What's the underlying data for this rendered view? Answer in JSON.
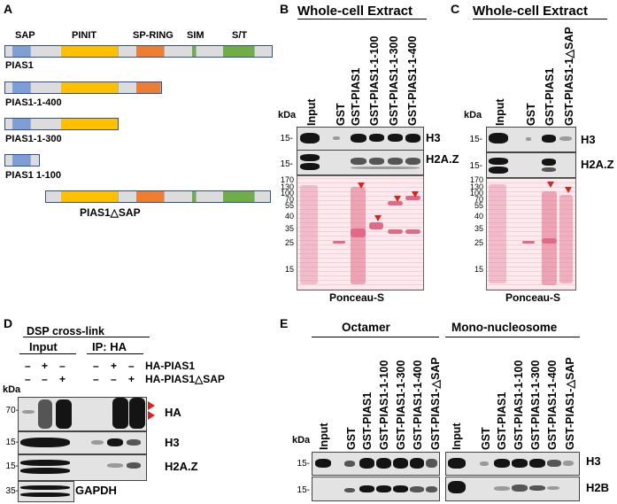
{
  "panels": {
    "a": "A",
    "b": "B",
    "c": "C",
    "d": "D",
    "e": "E"
  },
  "colors": {
    "sap": "#7f9ed6",
    "pinit": "#ffc000",
    "spring": "#ed7d31",
    "sim": "#70ad47",
    "st": "#70ad47",
    "grey": "#dcdcdc",
    "red_arrow": "#e0201a",
    "ponceau": "#e16a86"
  },
  "panel_a": {
    "domain_labels": {
      "sap": "SAP",
      "pinit": "PINIT",
      "spring": "SP-RING",
      "sim": "SIM",
      "st": "S/T"
    },
    "constructs": [
      "PIAS1",
      "PIAS1-1-400",
      "PIAS1-1-300",
      "PIAS1 1-100",
      "PIAS1△SAP"
    ]
  },
  "panel_b": {
    "title": "Whole-cell Extract",
    "kda": "kDa",
    "lanes": [
      "Input",
      "GST",
      "GST-PIAS1",
      "GST-PIAS1-1-100",
      "GST-PIAS1-1-300",
      "GST-PIAS1-1-400"
    ],
    "blots": [
      "H3",
      "H2A.Z"
    ],
    "blot_mw": [
      "15-",
      "15-"
    ],
    "ponceau_mw": [
      "170",
      "130",
      "100",
      "70",
      "55",
      "40",
      "35",
      "25",
      "15"
    ],
    "ponceau_label": "Ponceau-S"
  },
  "panel_c": {
    "title": "Whole-cell Extract",
    "kda": "kDa",
    "lanes": [
      "Input",
      "GST",
      "GST-PIAS1",
      "GST-PIAS1-1△SAP"
    ],
    "blots": [
      "H3",
      "H2A.Z"
    ],
    "blot_mw": [
      "15-",
      "15-"
    ],
    "ponceau_mw": [
      "170",
      "130",
      "100",
      "70",
      "55",
      "40",
      "35",
      "25",
      "15"
    ],
    "ponceau_label": "Ponceau-S"
  },
  "panel_d": {
    "title": "DSP cross-link",
    "input": "Input",
    "ip": "IP: HA",
    "row1_label": "HA-PIAS1",
    "row2_label": "HA-PIAS1△SAP",
    "row1_signs": [
      "–",
      "+",
      "–",
      "–",
      "+",
      "–"
    ],
    "row2_signs": [
      "–",
      "–",
      "+",
      "–",
      "–",
      "+"
    ],
    "kda": "kDa",
    "blots": [
      "HA",
      "H3",
      "H2A.Z",
      "GAPDH"
    ],
    "blot_mw": [
      "70-",
      "15-",
      "15-",
      "35-"
    ]
  },
  "panel_e": {
    "octamer": "Octamer",
    "mono": "Mono-nucleosome",
    "kda": "kDa",
    "lanes": [
      "Input",
      "GST",
      "GST-PIAS1",
      "GST-PIAS1-1-100",
      "GST-PIAS1-1-300",
      "GST-PIAS1-1-400",
      "GST-PIAS1-△SAP"
    ],
    "blots": [
      "H3",
      "H2B"
    ],
    "blot_mw": [
      "15-",
      "15-"
    ]
  }
}
